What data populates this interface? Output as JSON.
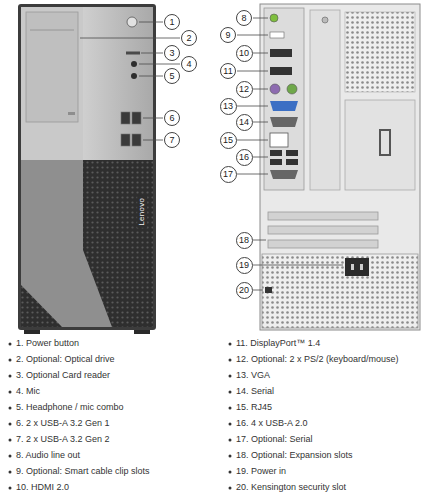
{
  "diagram": {
    "nodes": [
      {
        "text": [
          "1"
        ]
      },
      {
        "text": [
          "2"
        ]
      },
      {
        "text": [
          "3"
        ]
      },
      {
        "text": [
          "4"
        ]
      },
      {
        "text": [
          "5"
        ]
      },
      {
        "text": [
          "6"
        ]
      },
      {
        "text": [
          "7"
        ]
      },
      {
        "text": [
          "8"
        ]
      },
      {
        "text": [
          "9"
        ]
      },
      {
        "text": [
          "10"
        ]
      },
      {
        "text": [
          "11"
        ]
      },
      {
        "text": [
          "12"
        ]
      },
      {
        "text": [
          "13"
        ]
      },
      {
        "text": [
          "14"
        ]
      },
      {
        "text": [
          "15"
        ]
      },
      {
        "text": [
          "16"
        ]
      },
      {
        "text": [
          "17"
        ]
      },
      {
        "text": [
          "18"
        ]
      },
      {
        "text": [
          "19"
        ]
      },
      {
        "text": [
          "20"
        ]
      }
    ],
    "labels": [
      "Lenovo",
      "1. Power button",
      "2. Optional: Optical drive",
      "3. Optional Card reader",
      "4. Mic",
      "5. Headphone / mic combo",
      "6. 2 x USB-A 3.2 Gen 1",
      "7. 2 x USB-A 3.2 Gen 2",
      "8. Audio line out",
      "9. Optional: Smart cable clip slots",
      "10. HDMI 2.0",
      "11. DisplayPort™ 1.4",
      "12. Optional: 2 x PS/2 (keyboard/mouse)",
      "13. VGA",
      "14. Serial",
      "15. RJ45",
      "16. 4 x USB-A 2.0",
      "17. Optional: Serial",
      "18. Optional: Expansion slots",
      "19. Power in",
      "20. Kensington security slot"
    ]
  }
}
